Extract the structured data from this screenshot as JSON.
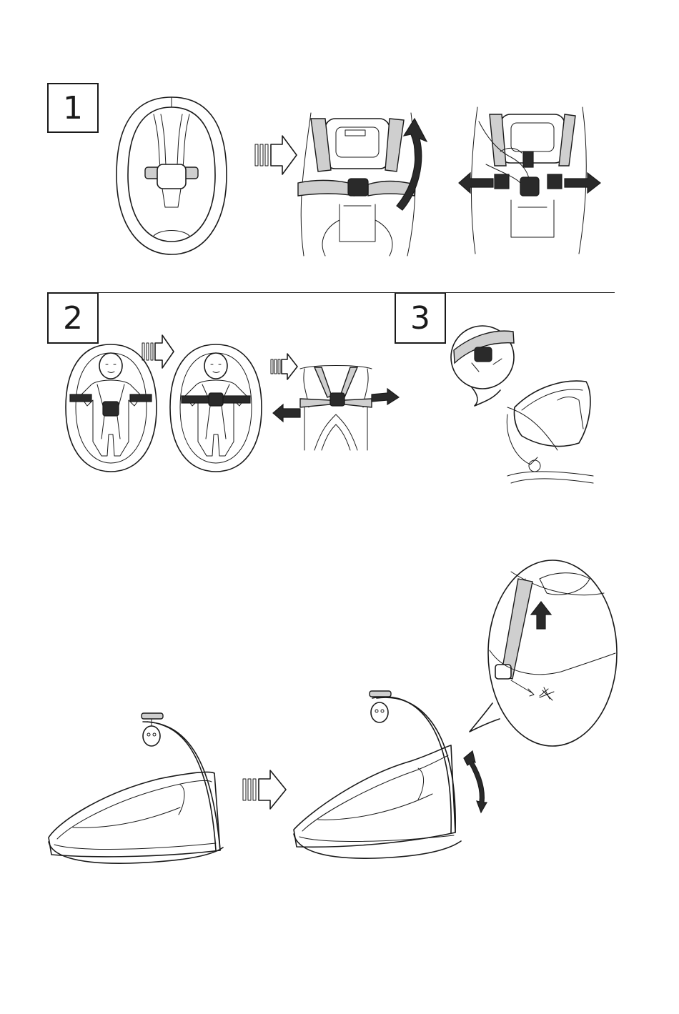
{
  "steps": [
    {
      "number": "1"
    },
    {
      "number": "2"
    },
    {
      "number": "3"
    }
  ],
  "colors": {
    "ink": "#1a1a1a",
    "fill_grey": "#cfcfcf",
    "fill_dark": "#2a2a2a",
    "paper": "#ffffff"
  },
  "icons": [
    "next-step-arrow-icon",
    "pull-direction-arrow-icon",
    "curved-arrow-icon",
    "double-headed-arrow-icon"
  ]
}
